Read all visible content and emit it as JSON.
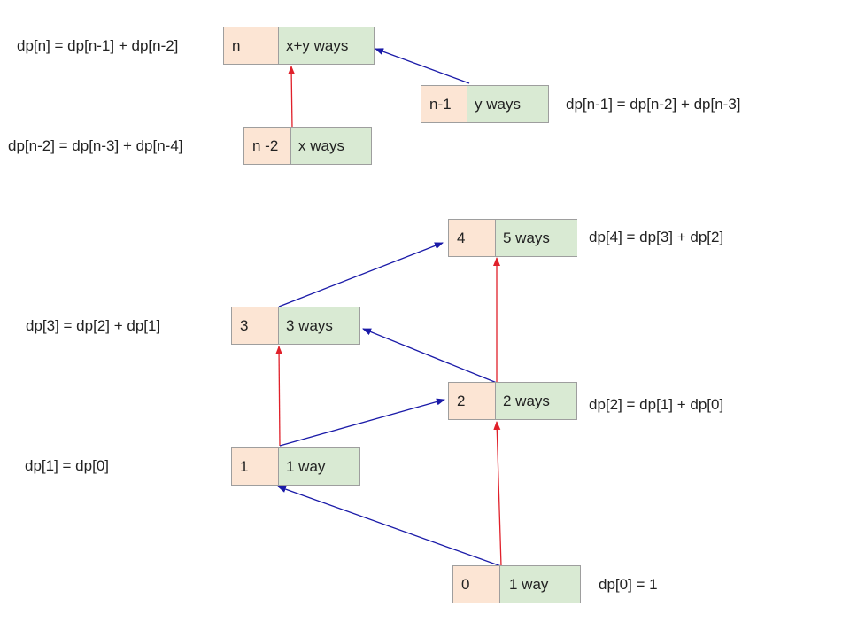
{
  "nodes": {
    "n": {
      "index": "n",
      "ways": "x+y ways"
    },
    "nm1": {
      "index": "n-1",
      "ways": "y ways"
    },
    "nm2": {
      "index": "n -2",
      "ways": "x ways"
    },
    "s4": {
      "index": "4",
      "ways": "5 ways"
    },
    "s3": {
      "index": "3",
      "ways": "3 ways"
    },
    "s2": {
      "index": "2",
      "ways": "2 ways"
    },
    "s1": {
      "index": "1",
      "ways": "1 way"
    },
    "s0": {
      "index": "0",
      "ways": "1 way"
    }
  },
  "equations": {
    "n": "dp[n] = dp[n-1] + dp[n-2]",
    "nm1": "dp[n-1] = dp[n-2] + dp[n-3]",
    "nm2": "dp[n-2] = dp[n-3] + dp[n-4]",
    "s4": "dp[4] = dp[3] + dp[2]",
    "s3": "dp[3] = dp[2] + dp[1]",
    "s2": "dp[2] = dp[1] + dp[0]",
    "s1": "dp[1] = dp[0]",
    "s0": "dp[0] = 1"
  },
  "colors": {
    "index_fill": "#fce5d4",
    "ways_fill": "#d9ead3",
    "blue_arrow": "#1a1aa8",
    "red_arrow": "#e0202a"
  }
}
